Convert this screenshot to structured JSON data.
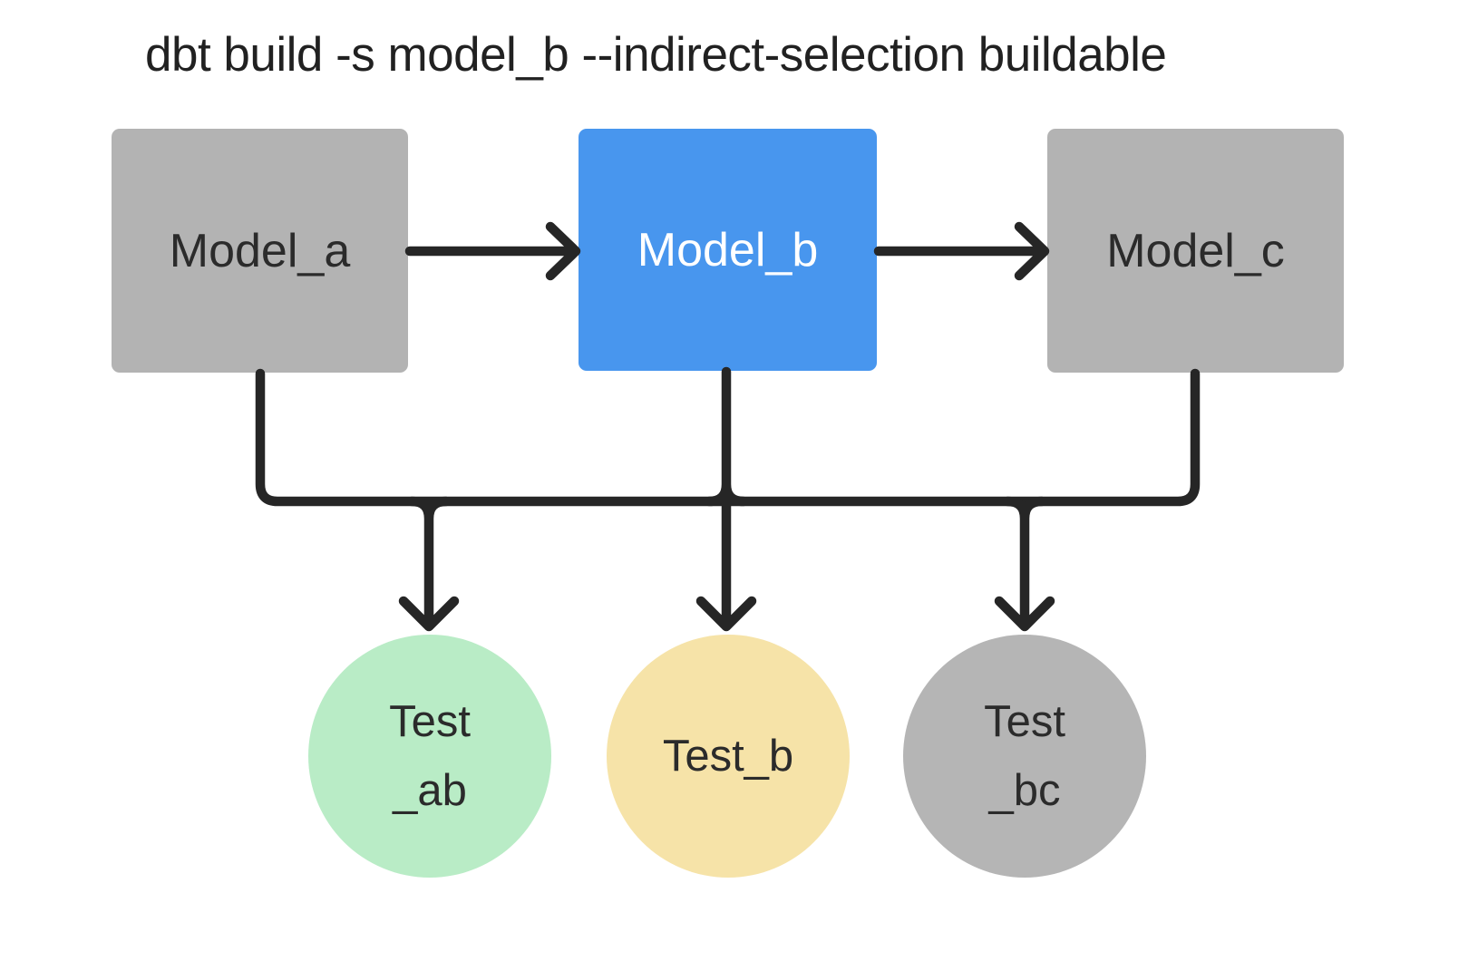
{
  "title": {
    "text": "dbt build -s model_b --indirect-selection buildable"
  },
  "colors": {
    "background": "#ffffff",
    "title_text": "#212121",
    "connector": "#262626",
    "model_gray_fill": "#b3b3b3",
    "model_selected_fill": "#4896ee",
    "model_gray_text": "#2b2b2b",
    "model_selected_text": "#ffffff",
    "test_green_fill": "#b9ecc6",
    "test_yellow_fill": "#f6e3a8",
    "test_gray_fill": "#b5b5b5",
    "test_text": "#2b2b2b"
  },
  "nodes": {
    "model_a": {
      "label": "Model_a",
      "shape": "rectangle",
      "color": "gray"
    },
    "model_b": {
      "label": "Model_b",
      "shape": "rectangle",
      "color": "blue"
    },
    "model_c": {
      "label": "Model_c",
      "shape": "rectangle",
      "color": "gray"
    },
    "test_ab": {
      "lines": [
        "Test",
        "_ab"
      ],
      "shape": "circle",
      "color": "green"
    },
    "test_b": {
      "lines": [
        "Test_b"
      ],
      "shape": "circle",
      "color": "yellow"
    },
    "test_bc": {
      "lines": [
        "Test",
        "_bc"
      ],
      "shape": "circle",
      "color": "gray"
    }
  },
  "edges": [
    {
      "from": "model_a",
      "to": "model_b",
      "style": "arrow"
    },
    {
      "from": "model_b",
      "to": "model_c",
      "style": "arrow"
    },
    {
      "from": "model_a",
      "to": "tests-bus",
      "style": "line"
    },
    {
      "from": "model_b",
      "to": "tests-bus",
      "style": "line"
    },
    {
      "from": "model_c",
      "to": "tests-bus",
      "style": "line"
    },
    {
      "from": "tests-bus",
      "to": "test_ab",
      "style": "arrow"
    },
    {
      "from": "tests-bus",
      "to": "test_b",
      "style": "arrow"
    },
    {
      "from": "tests-bus",
      "to": "test_bc",
      "style": "arrow"
    }
  ]
}
